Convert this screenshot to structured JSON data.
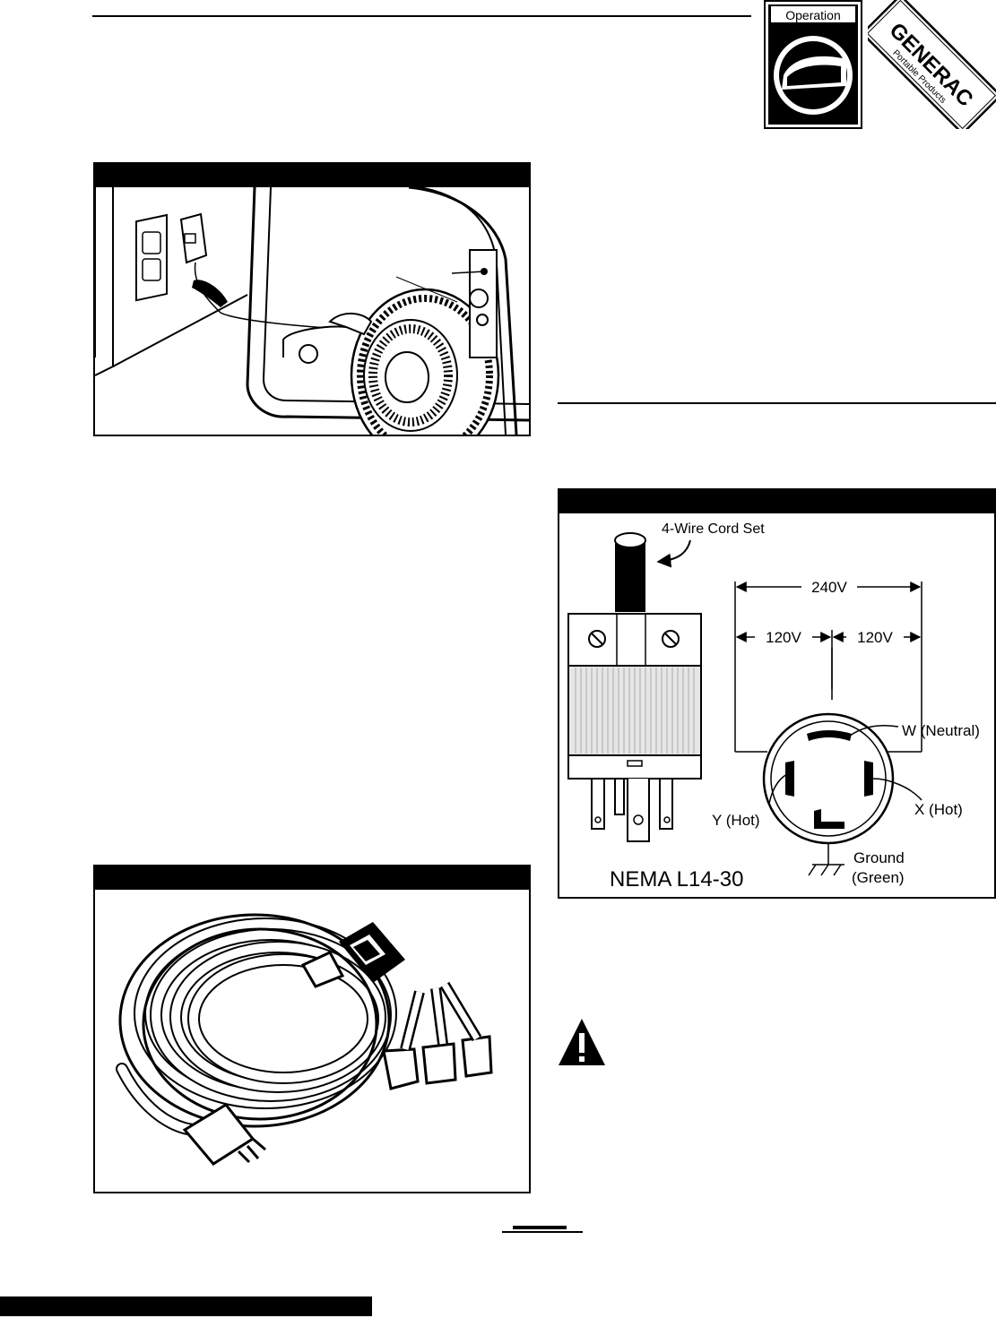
{
  "logos": {
    "operation_badge": "Operation",
    "brand_name": "GENERAC",
    "brand_sub": "Portable Products"
  },
  "figure_receptacle": {
    "cord_label": "4-Wire Cord Set",
    "v_total": "240V",
    "v_left": "120V",
    "v_right": "120V",
    "w_label": "W (Neutral)",
    "y_label": "Y (Hot)",
    "x_label": "X (Hot)",
    "ground_label_1": "Ground",
    "ground_label_2": "(Green)",
    "model": "NEMA L14-30"
  }
}
